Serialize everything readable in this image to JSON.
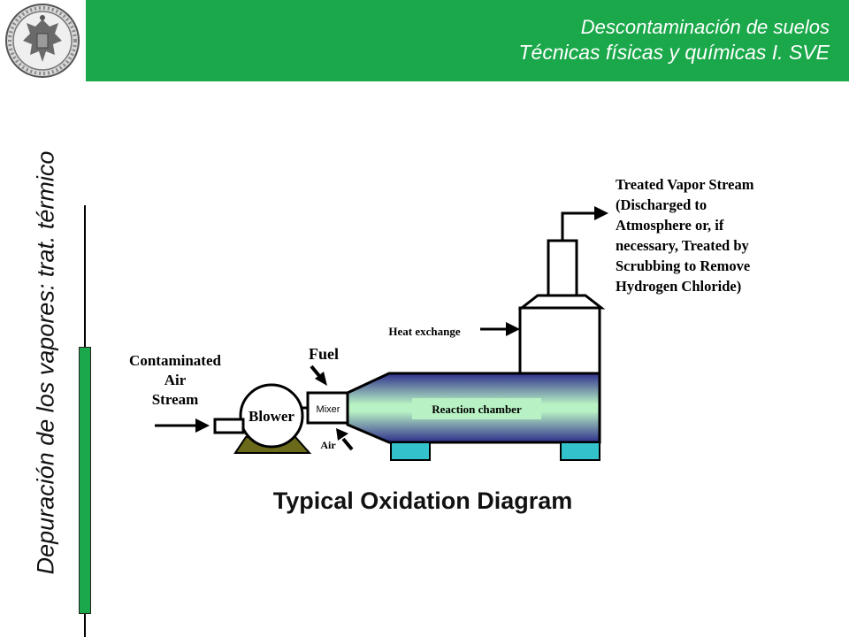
{
  "header": {
    "line1": "Descontaminación de suelos",
    "line2": "Técnicas físicas y químicas I.  SVE",
    "bar_color": "#1aa84a"
  },
  "logo": {
    "icon": "university-seal-icon"
  },
  "side_title": "Depuración de los vapores: trat. térmico",
  "diagram": {
    "caption": "Typical Oxidation Diagram",
    "input_label": [
      "Contaminated",
      "Air",
      "Stream"
    ],
    "blower_label": "Blower",
    "fuel_label": "Fuel",
    "mixer_label": "Mixer",
    "air_label": "Air",
    "reaction_label": "Reaction chamber",
    "heat_label": "Heat exchange",
    "output_label": [
      "Treated Vapor Stream",
      "(Discharged to",
      "Atmosphere or, if",
      "necessary, Treated by",
      "Scrubbing to Remove",
      "Hydrogen Chloride)"
    ],
    "colors": {
      "chamber_light": "#b8f2c4",
      "chamber_dark": "#2e2f8c",
      "legs": "#33c2cc",
      "blower_base": "#6b6a1a"
    }
  }
}
